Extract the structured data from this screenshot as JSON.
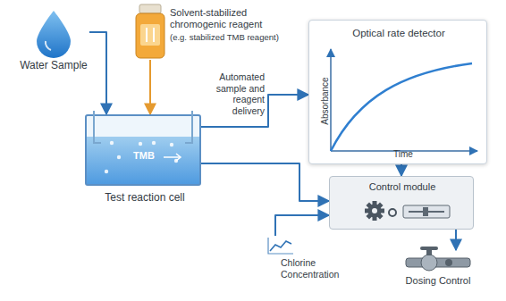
{
  "diagram": {
    "nodes": [
      {
        "text": [
          "Water Sample"
        ]
      },
      {
        "text": [
          "Solvent-stabilized chromogenic reagent",
          "(e.g. stabilized TMB reagent)"
        ]
      },
      {
        "text": [
          "Test reaction cell",
          "TMB"
        ]
      },
      {
        "text": [
          "Optical rate detector",
          "Absorbance",
          "Time"
        ]
      },
      {
        "text": [
          "Control module"
        ]
      },
      {
        "text": [
          "Chlorine Concentration"
        ]
      },
      {
        "text": [
          "Dosing Control"
        ]
      }
    ],
    "edges": [
      {
        "from": 0,
        "to": 2,
        "arrow": "to"
      },
      {
        "from": 1,
        "to": 2,
        "arrow": "to"
      },
      {
        "from": 2,
        "to": 3,
        "arrow": "to"
      },
      {
        "from": 2,
        "to": 4,
        "arrow": "to"
      },
      {
        "from": 3,
        "to": 4,
        "arrow": "to"
      },
      {
        "from": 5,
        "to": 4,
        "arrow": "to"
      },
      {
        "from": 4,
        "to": 6,
        "arrow": "to"
      }
    ],
    "labels": [
      "Automated sample and reagent delivery"
    ]
  }
}
